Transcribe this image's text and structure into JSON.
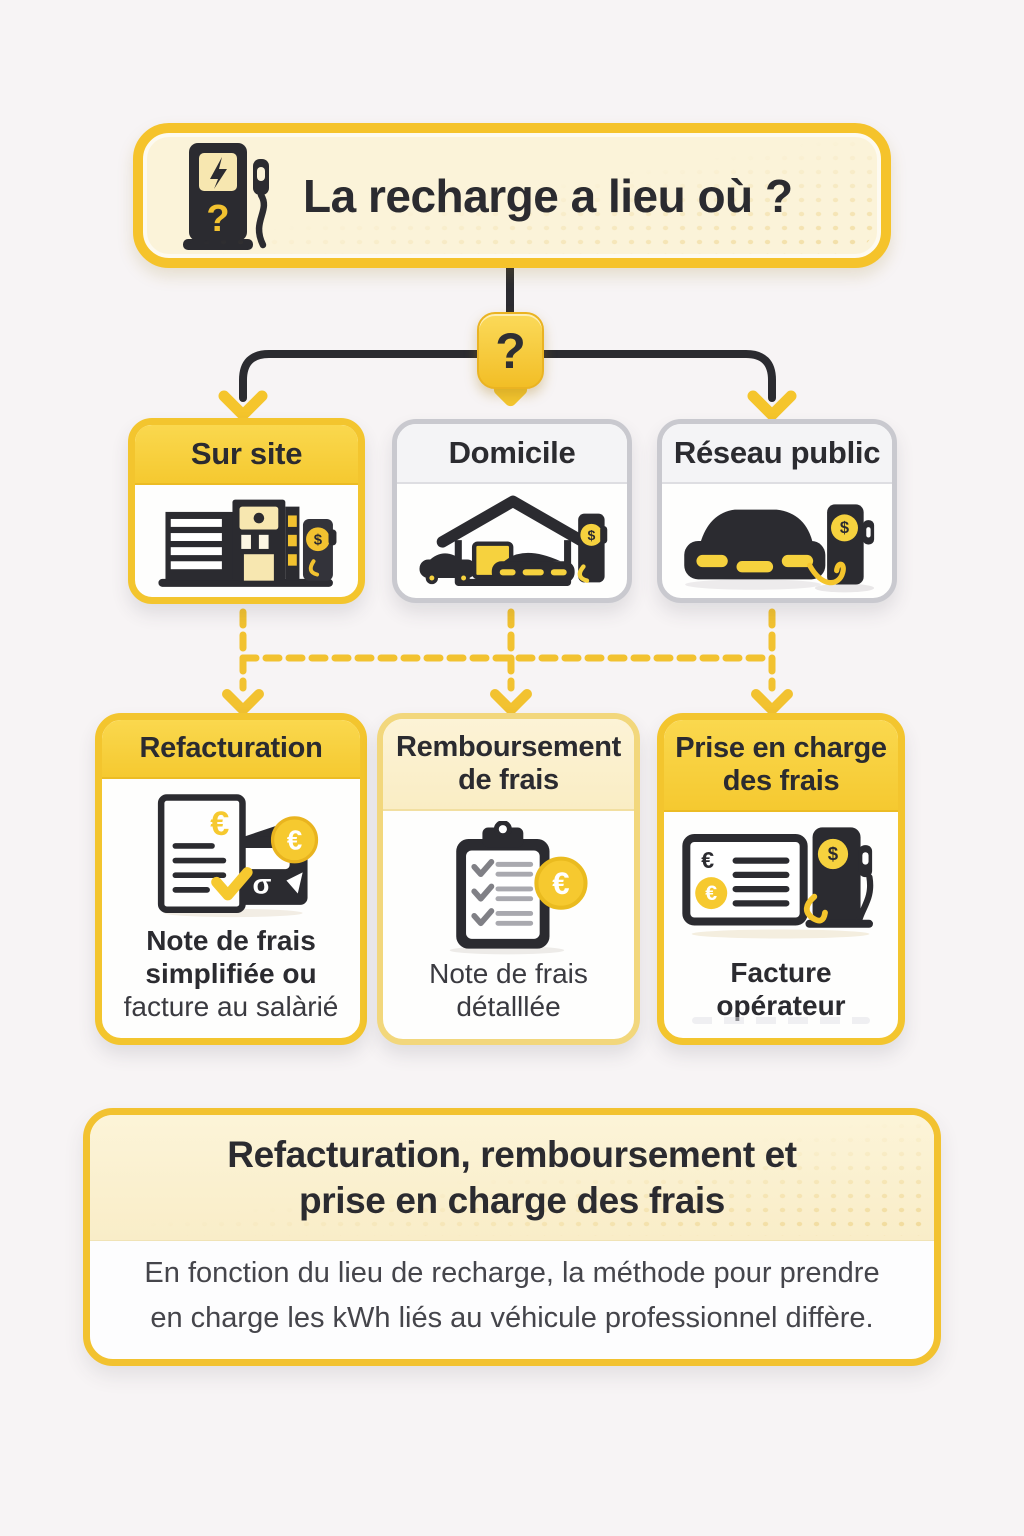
{
  "header": {
    "title": "La recharge a lieu où ?"
  },
  "connector": {
    "question_mark": "?"
  },
  "locations": [
    {
      "label": "Sur site"
    },
    {
      "label": "Domicile"
    },
    {
      "label": "Réseau public"
    }
  ],
  "methods": [
    {
      "title_lines": [
        "Refacturation"
      ],
      "line_bold": "Note de frais simplifiée ou",
      "line_regular": "facture au salàrié"
    },
    {
      "title_lines": [
        "Remboursement",
        "de frais"
      ],
      "line_regular": "Note de frais détalllée"
    },
    {
      "title_lines": [
        "Prise en charge",
        "des frais"
      ],
      "line_bold": "Facture opérateur"
    }
  ],
  "footer": {
    "title_lines": [
      "Refacturation, remboursement et",
      "prise en charge des frais"
    ],
    "body": "En fonction du lieu de recharge, la méthode pour prendre en charge les kWh liés au véhicule professionnel diffère."
  },
  "icons": {
    "ev-charger-question-icon": "charging station with lightning bolt screen and question mark",
    "question-mark-badge": "yellow rounded badge with ?",
    "office-building-charger-icon": "office buildings with dollar charging post",
    "home-charger-icon": "house with two cars and dollar charging post",
    "car-public-charger-icon": "car front with cable to dollar charging post",
    "invoice-wallet-euro-icon": "invoice with euro sign, checkmark and wallet with euro coin",
    "clipboard-checklist-euro-icon": "clipboard checklist with euro coin",
    "operator-invoice-charger-icon": "operator invoice card with euro amounts and charging pump"
  },
  "colors": {
    "accent_yellow": "#F3C52E",
    "yellow_light": "#FAD84E",
    "cream": "#FBF3D9",
    "dark": "#2B2B30",
    "gray_border": "#C9C9CF",
    "gray_header": "#F4F4F6",
    "coin_yellow": "#F6C92F",
    "page_bg": "#F7F4F5"
  }
}
